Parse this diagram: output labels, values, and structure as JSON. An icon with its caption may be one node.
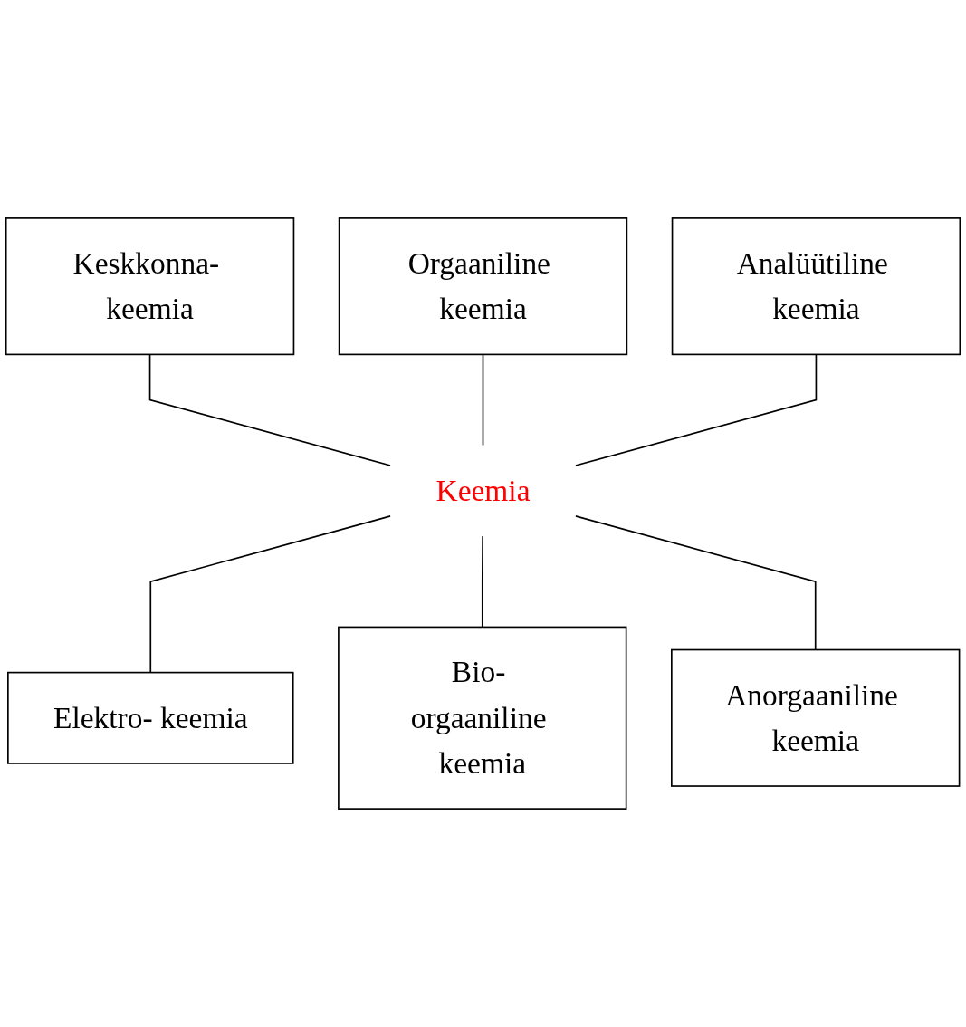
{
  "diagram": {
    "nodes": [
      {
        "text": [
          "Orgaaniline keemia"
        ]
      },
      {
        "text": [
          "Keskkonna- keemia"
        ]
      },
      {
        "text": [
          "Analüütiline keemia"
        ]
      },
      {
        "text": [
          "Keemia"
        ]
      },
      {
        "text": [
          "Elektro- keemia"
        ]
      },
      {
        "text": [
          "Anorgaaniline keemia"
        ]
      },
      {
        "text": [
          "Bio- orgaaniline keemia"
        ]
      }
    ],
    "edges": [
      {
        "from": 1,
        "to": 3,
        "arrow": "none"
      },
      {
        "from": 0,
        "to": 3,
        "arrow": "none"
      },
      {
        "from": 2,
        "to": 3,
        "arrow": "none"
      },
      {
        "from": 3,
        "to": 4,
        "arrow": "none"
      },
      {
        "from": 3,
        "to": 6,
        "arrow": "none"
      },
      {
        "from": 3,
        "to": 5,
        "arrow": "none"
      }
    ]
  }
}
